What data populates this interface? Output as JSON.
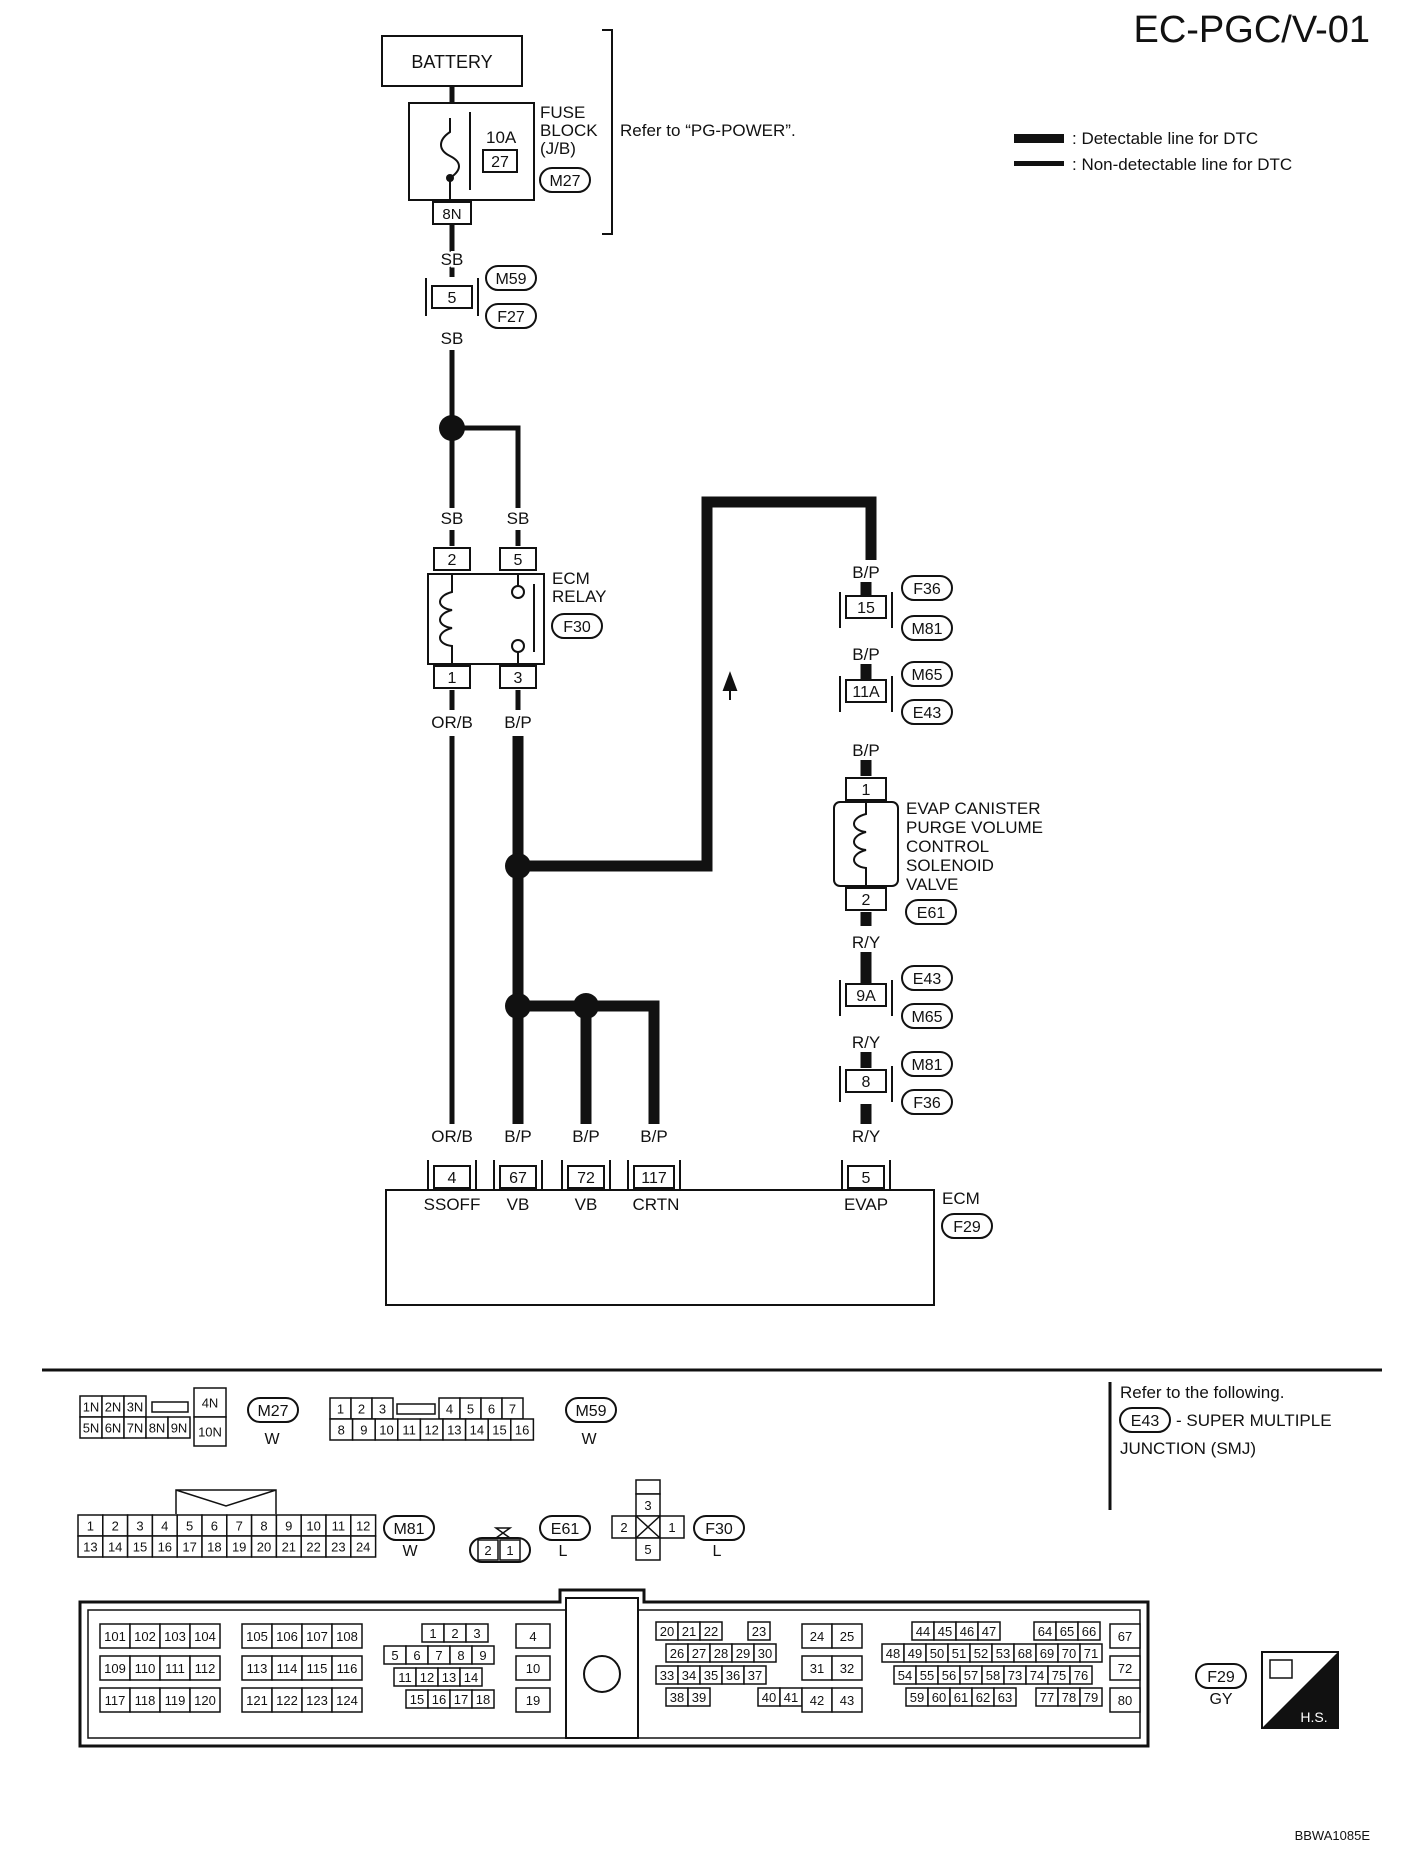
{
  "page_title": "EC-PGC/V-01",
  "image_code": "BBWA1085E",
  "legend": {
    "detectable": ": Detectable line for DTC",
    "non_detectable": ": Non-detectable line for DTC"
  },
  "power": {
    "battery": "BATTERY",
    "fuse_label_1": "FUSE",
    "fuse_label_2": "BLOCK",
    "fuse_label_3": "(J/B)",
    "fuse_amp": "10A",
    "fuse_no": "27",
    "fuse_conn": "M27",
    "fuse_term": "8N",
    "refer": "Refer to “PG-POWER”."
  },
  "connectors": {
    "m59": "M59",
    "f27": "F27",
    "pin5": "5",
    "f36a": "F36",
    "m81a": "M81",
    "pin15": "15",
    "m65a": "M65",
    "e43a": "E43",
    "pin11a": "11A",
    "e61": "E61",
    "e43b": "E43",
    "m65b": "M65",
    "pin9a": "9A",
    "m81b": "M81",
    "f36b": "F36",
    "pin8": "8"
  },
  "wire_colors": {
    "sb": "SB",
    "orb": "OR/B",
    "bp": "B/P",
    "ry": "R/Y"
  },
  "relay": {
    "name_1": "ECM",
    "name_2": "RELAY",
    "conn": "F30",
    "pin2": "2",
    "pin5": "5",
    "pin1": "1",
    "pin3": "3"
  },
  "solenoid": {
    "line1": "EVAP CANISTER",
    "line2": "PURGE VOLUME",
    "line3": "CONTROL",
    "line4": "SOLENOID",
    "line5": "VALVE",
    "pin1": "1",
    "pin2": "2"
  },
  "ecm": {
    "name": "ECM",
    "conn": "F29",
    "terminals": [
      {
        "pin": "4",
        "label": "SSOFF"
      },
      {
        "pin": "67",
        "label": "VB"
      },
      {
        "pin": "72",
        "label": "VB"
      },
      {
        "pin": "117",
        "label": "CRTN"
      },
      {
        "pin": "5",
        "label": "EVAP"
      }
    ]
  },
  "refer_box": {
    "line1": "Refer to the following.",
    "conn": "E43",
    "line2": "- SUPER MULTIPLE",
    "line3": "JUNCTION (SMJ)"
  },
  "connector_views": {
    "m27": {
      "id": "M27",
      "color": "W",
      "row1": [
        "1N",
        "2N",
        "3N",
        "",
        "4N"
      ],
      "row2": [
        "5N",
        "6N",
        "7N",
        "8N",
        "9N",
        "10N"
      ]
    },
    "m59": {
      "id": "M59",
      "color": "W",
      "row1": [
        "1",
        "2",
        "3",
        "",
        "4",
        "5",
        "6",
        "7"
      ],
      "row2": [
        "8",
        "9",
        "10",
        "11",
        "12",
        "13",
        "14",
        "15",
        "16"
      ]
    },
    "m81": {
      "id": "M81",
      "color": "W",
      "row1": [
        "1",
        "2",
        "3",
        "4",
        "5",
        "6",
        "7",
        "8",
        "9",
        "10",
        "11",
        "12"
      ],
      "row2": [
        "13",
        "14",
        "15",
        "16",
        "17",
        "18",
        "19",
        "20",
        "21",
        "22",
        "23",
        "24"
      ]
    },
    "e61": {
      "id": "E61",
      "color": "L",
      "pins": [
        "2",
        "1"
      ]
    },
    "f30": {
      "id": "F30",
      "color": "L",
      "pins": [
        "3",
        "2",
        "1",
        "5"
      ]
    },
    "f29": {
      "id": "F29",
      "color": "GY",
      "g1": [
        [
          "101",
          "102",
          "103",
          "104"
        ],
        [
          "109",
          "110",
          "111",
          "112"
        ],
        [
          "117",
          "118",
          "119",
          "120"
        ]
      ],
      "g2": [
        [
          "105",
          "106",
          "107",
          "108"
        ],
        [
          "113",
          "114",
          "115",
          "116"
        ],
        [
          "121",
          "122",
          "123",
          "124"
        ]
      ],
      "g3": [
        [
          "1",
          "2",
          "3"
        ],
        [
          "5",
          "6",
          "7",
          "8",
          "9"
        ],
        [
          "11",
          "12",
          "13",
          "14"
        ],
        [
          "15",
          "16",
          "17",
          "18"
        ]
      ],
      "g4": [
        "4",
        "10",
        "19"
      ],
      "g5": [
        [
          "20",
          "21",
          "22",
          "23"
        ],
        [
          "26",
          "27",
          "28",
          "29",
          "30"
        ],
        [
          "33",
          "34",
          "35",
          "36",
          "37"
        ],
        [
          "38",
          "39",
          "40",
          "41"
        ]
      ],
      "g6": [
        [
          "24",
          "25"
        ],
        [
          "31",
          "32"
        ],
        [
          "42",
          "43"
        ]
      ],
      "g7": [
        [
          "44",
          "45",
          "46",
          "47",
          "64",
          "65",
          "66"
        ],
        [
          "48",
          "49",
          "50",
          "51",
          "52",
          "53",
          "68",
          "69",
          "70",
          "71"
        ],
        [
          "54",
          "55",
          "56",
          "57",
          "58",
          "73",
          "74",
          "75",
          "76"
        ],
        [
          "59",
          "60",
          "61",
          "62",
          "63",
          "77",
          "78",
          "79"
        ]
      ],
      "g8": [
        "67",
        "72",
        "80"
      ],
      "hs": "H.S."
    }
  }
}
